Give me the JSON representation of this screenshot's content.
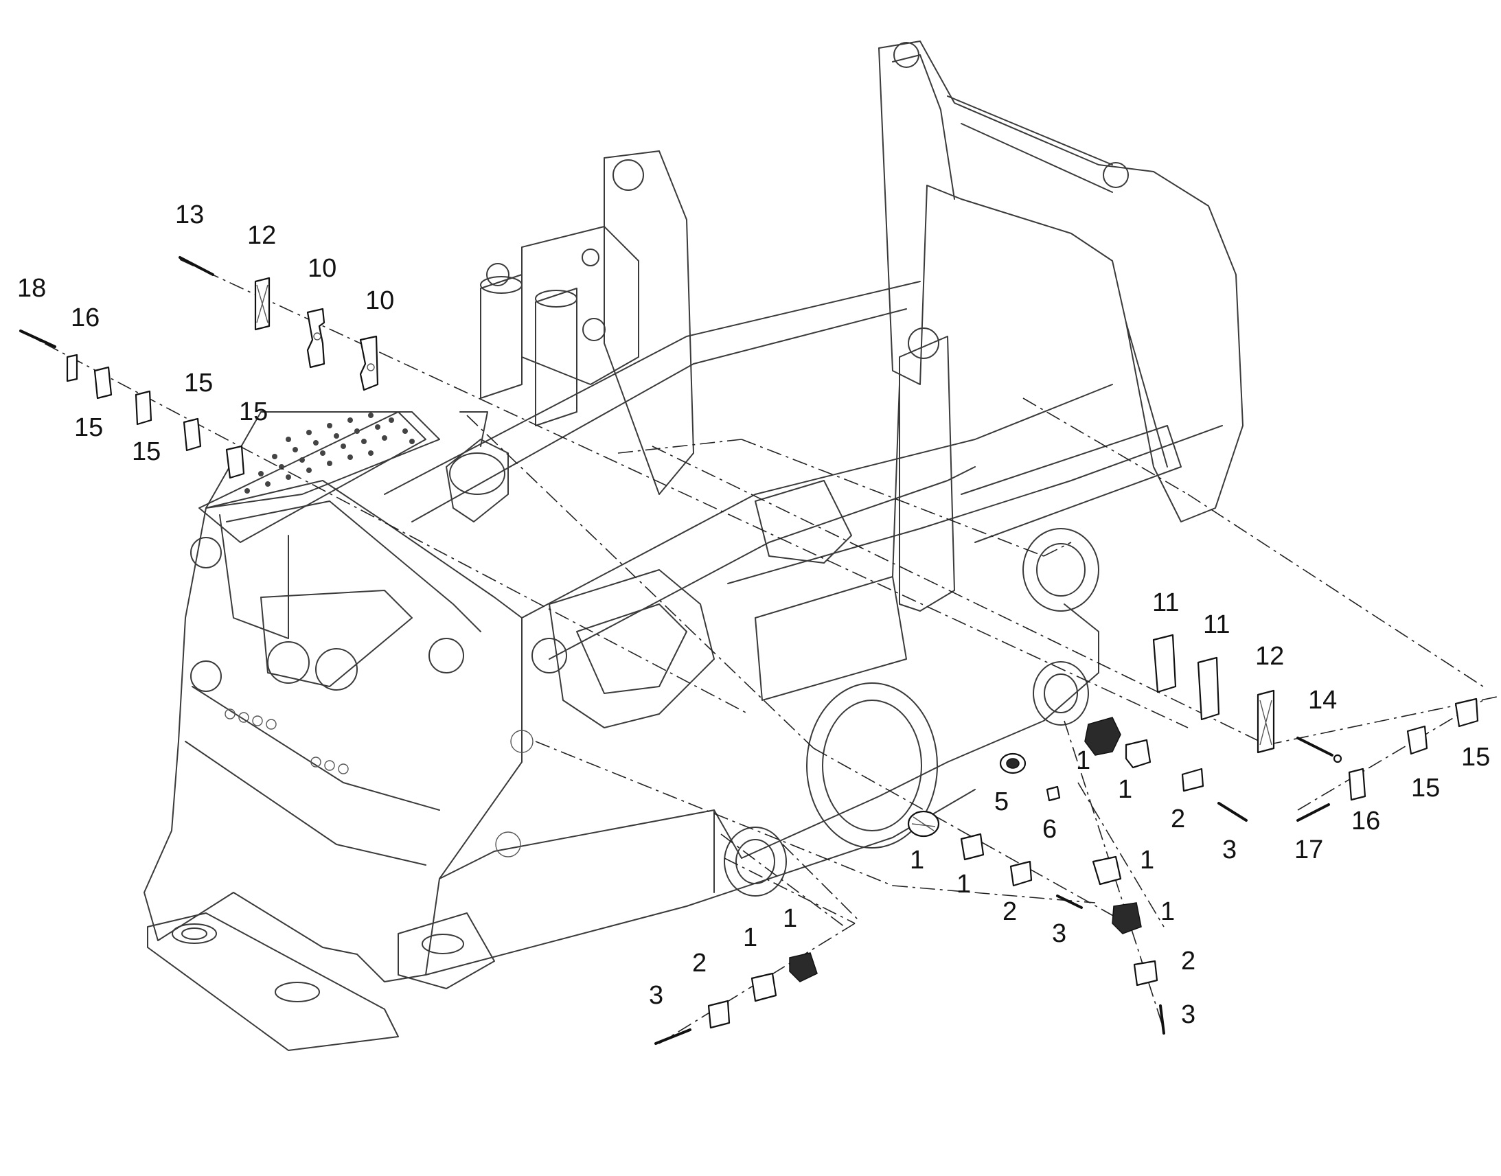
{
  "callouts": [
    {
      "text": "13"
    },
    {
      "text": "12"
    },
    {
      "text": "10"
    },
    {
      "text": "10"
    },
    {
      "text": "18"
    },
    {
      "text": "16"
    },
    {
      "text": "15"
    },
    {
      "text": "15"
    },
    {
      "text": "15"
    },
    {
      "text": "15"
    },
    {
      "text": "11"
    },
    {
      "text": "11"
    },
    {
      "text": "12"
    },
    {
      "text": "14"
    },
    {
      "text": "15"
    },
    {
      "text": "15"
    },
    {
      "text": "16"
    },
    {
      "text": "17"
    },
    {
      "text": "1"
    },
    {
      "text": "1"
    },
    {
      "text": "2"
    },
    {
      "text": "3"
    },
    {
      "text": "5"
    },
    {
      "text": "6"
    },
    {
      "text": "1"
    },
    {
      "text": "1"
    },
    {
      "text": "2"
    },
    {
      "text": "3"
    },
    {
      "text": "1"
    },
    {
      "text": "1"
    },
    {
      "text": "2"
    },
    {
      "text": "3"
    },
    {
      "text": "1"
    },
    {
      "text": "1"
    },
    {
      "text": "2"
    },
    {
      "text": "3"
    }
  ]
}
